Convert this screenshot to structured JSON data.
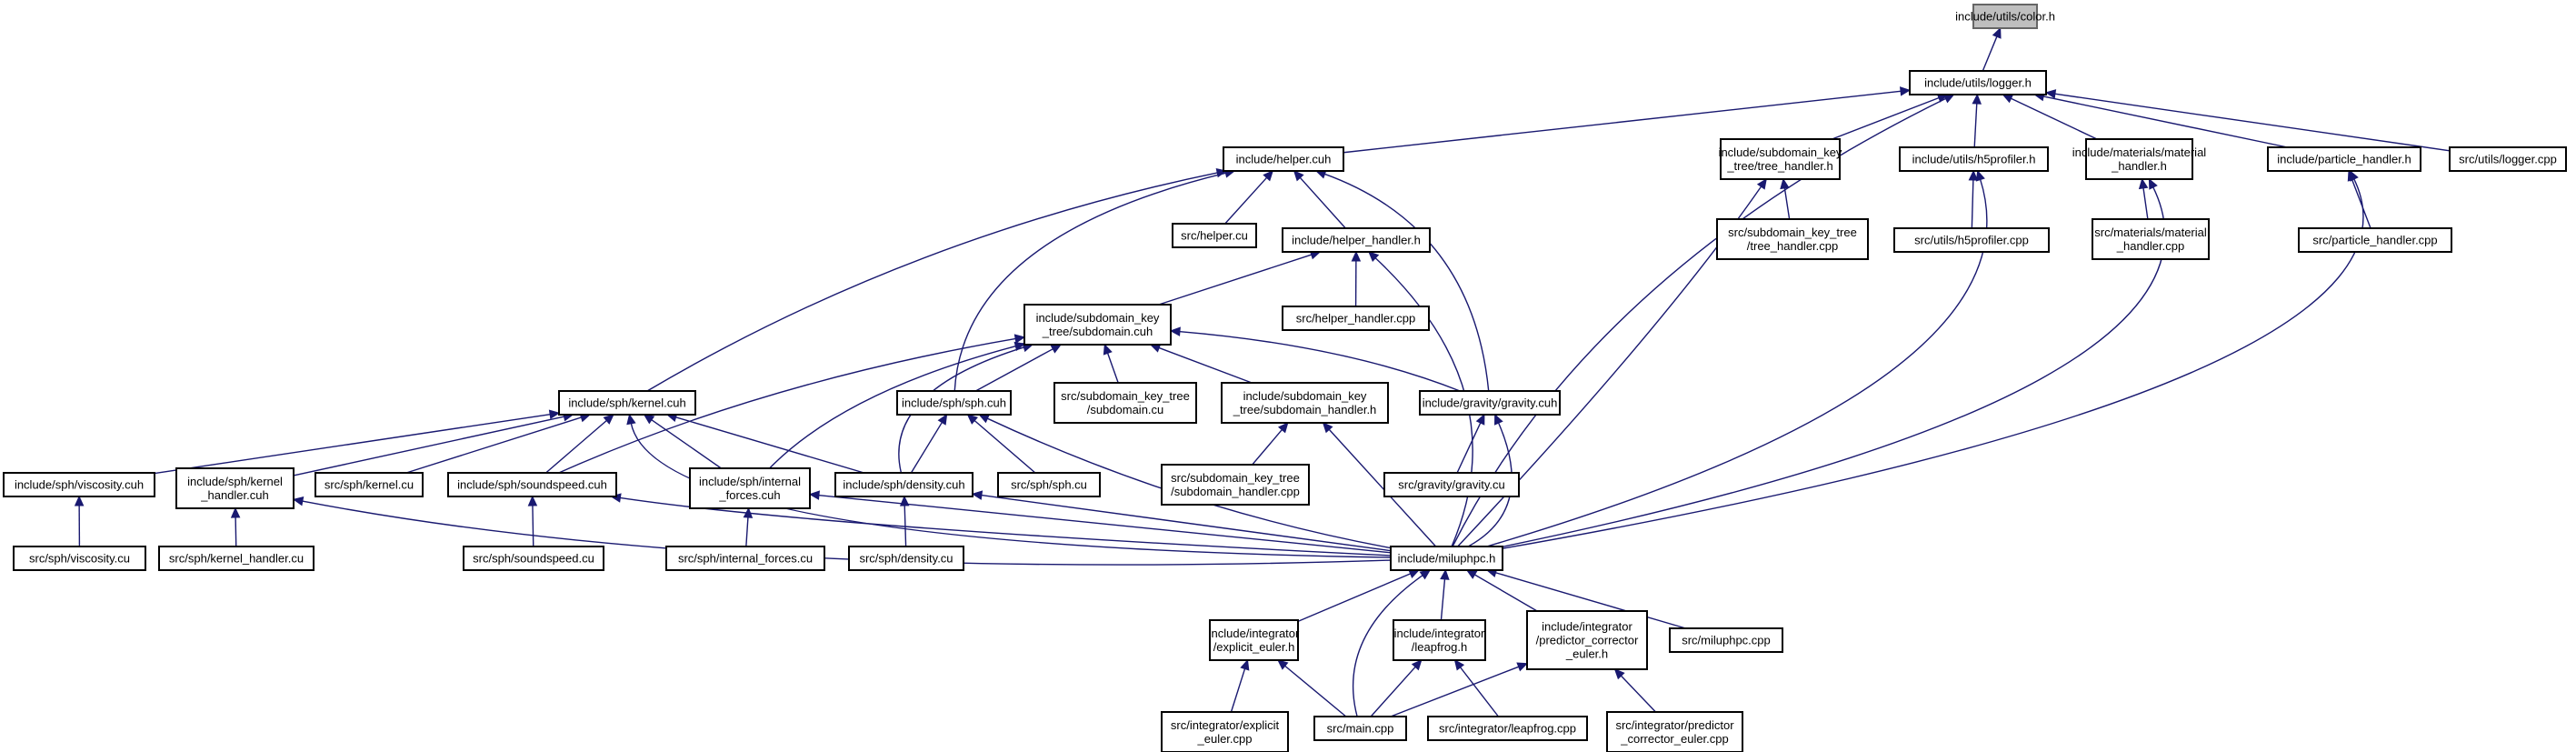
{
  "diagram": {
    "nodes": [
      {
        "id": "color_h",
        "lines": [
          "include/utils/color.h"
        ],
        "root": true
      },
      {
        "id": "logger_h",
        "lines": [
          "include/utils/logger.h"
        ]
      },
      {
        "id": "helper_cuh",
        "lines": [
          "include/helper.cuh"
        ]
      },
      {
        "id": "tree_handler_h",
        "lines": [
          "include/subdomain_key",
          "_tree/tree_handler.h"
        ]
      },
      {
        "id": "h5profiler_h",
        "lines": [
          "include/utils/h5profiler.h"
        ]
      },
      {
        "id": "material_handler_h",
        "lines": [
          "include/materials/material",
          "_handler.h"
        ]
      },
      {
        "id": "particle_handler_h",
        "lines": [
          "include/particle_handler.h"
        ]
      },
      {
        "id": "logger_cpp",
        "lines": [
          "src/utils/logger.cpp"
        ]
      },
      {
        "id": "helper_cu",
        "lines": [
          "src/helper.cu"
        ]
      },
      {
        "id": "helper_handler_h",
        "lines": [
          "include/helper_handler.h"
        ]
      },
      {
        "id": "tree_handler_cpp",
        "lines": [
          "src/subdomain_key_tree",
          "/tree_handler.cpp"
        ]
      },
      {
        "id": "h5profiler_cpp",
        "lines": [
          "src/utils/h5profiler.cpp"
        ]
      },
      {
        "id": "material_handler_cpp",
        "lines": [
          "src/materials/material",
          "_handler.cpp"
        ]
      },
      {
        "id": "particle_handler_cpp",
        "lines": [
          "src/particle_handler.cpp"
        ]
      },
      {
        "id": "helper_handler_cpp",
        "lines": [
          "src/helper_handler.cpp"
        ]
      },
      {
        "id": "subdomain_cuh",
        "lines": [
          "include/subdomain_key",
          "_tree/subdomain.cuh"
        ]
      },
      {
        "id": "kernel_cuh",
        "lines": [
          "include/sph/kernel.cuh"
        ]
      },
      {
        "id": "sph_cuh",
        "lines": [
          "include/sph/sph.cuh"
        ]
      },
      {
        "id": "subdomain_cu",
        "lines": [
          "src/subdomain_key_tree",
          "/subdomain.cu"
        ]
      },
      {
        "id": "subdomain_handler_h",
        "lines": [
          "include/subdomain_key",
          "_tree/subdomain_handler.h"
        ]
      },
      {
        "id": "gravity_cuh",
        "lines": [
          "include/gravity/gravity.cuh"
        ]
      },
      {
        "id": "viscosity_cuh",
        "lines": [
          "include/sph/viscosity.cuh"
        ]
      },
      {
        "id": "kernel_handler_cuh",
        "lines": [
          "include/sph/kernel",
          "_handler.cuh"
        ]
      },
      {
        "id": "kernel_cu",
        "lines": [
          "src/sph/kernel.cu"
        ]
      },
      {
        "id": "soundspeed_cuh",
        "lines": [
          "include/sph/soundspeed.cuh"
        ]
      },
      {
        "id": "internal_forces_cuh",
        "lines": [
          "include/sph/internal",
          "_forces.cuh"
        ]
      },
      {
        "id": "density_cuh",
        "lines": [
          "include/sph/density.cuh"
        ]
      },
      {
        "id": "sph_cu",
        "lines": [
          "src/sph/sph.cu"
        ]
      },
      {
        "id": "subdomain_handler_cpp",
        "lines": [
          "src/subdomain_key_tree",
          "/subdomain_handler.cpp"
        ]
      },
      {
        "id": "gravity_cu",
        "lines": [
          "src/gravity/gravity.cu"
        ]
      },
      {
        "id": "viscosity_cu",
        "lines": [
          "src/sph/viscosity.cu"
        ]
      },
      {
        "id": "kernel_handler_cu",
        "lines": [
          "src/sph/kernel_handler.cu"
        ]
      },
      {
        "id": "soundspeed_cu",
        "lines": [
          "src/sph/soundspeed.cu"
        ]
      },
      {
        "id": "internal_forces_cu",
        "lines": [
          "src/sph/internal_forces.cu"
        ]
      },
      {
        "id": "density_cu",
        "lines": [
          "src/sph/density.cu"
        ]
      },
      {
        "id": "miluphpc_h",
        "lines": [
          "include/miluphpc.h"
        ]
      },
      {
        "id": "explicit_euler_h",
        "lines": [
          "include/integrator",
          "/explicit_euler.h"
        ]
      },
      {
        "id": "leapfrog_h",
        "lines": [
          "include/integrator",
          "/leapfrog.h"
        ]
      },
      {
        "id": "pc_euler_h",
        "lines": [
          "include/integrator",
          "/predictor_corrector",
          "_euler.h"
        ]
      },
      {
        "id": "miluphpc_cpp",
        "lines": [
          "src/miluphpc.cpp"
        ]
      },
      {
        "id": "explicit_euler_cpp",
        "lines": [
          "src/integrator/explicit",
          "_euler.cpp"
        ]
      },
      {
        "id": "main_cpp",
        "lines": [
          "src/main.cpp"
        ]
      },
      {
        "id": "leapfrog_cpp",
        "lines": [
          "src/integrator/leapfrog.cpp"
        ]
      },
      {
        "id": "pc_euler_cpp",
        "lines": [
          "src/integrator/predictor",
          "_corrector_euler.cpp"
        ]
      }
    ],
    "edges": [
      [
        "logger_h",
        "color_h"
      ],
      [
        "helper_cuh",
        "logger_h"
      ],
      [
        "tree_handler_h",
        "logger_h"
      ],
      [
        "h5profiler_h",
        "logger_h"
      ],
      [
        "material_handler_h",
        "logger_h"
      ],
      [
        "particle_handler_h",
        "logger_h"
      ],
      [
        "logger_cpp",
        "logger_h"
      ],
      [
        "miluphpc_h",
        "logger_h"
      ],
      [
        "helper_cu",
        "helper_cuh"
      ],
      [
        "helper_handler_h",
        "helper_cuh"
      ],
      [
        "kernel_cuh",
        "helper_cuh"
      ],
      [
        "sph_cuh",
        "helper_cuh"
      ],
      [
        "gravity_cuh",
        "helper_cuh"
      ],
      [
        "tree_handler_cpp",
        "tree_handler_h"
      ],
      [
        "miluphpc_h",
        "tree_handler_h"
      ],
      [
        "h5profiler_cpp",
        "h5profiler_h"
      ],
      [
        "miluphpc_h",
        "h5profiler_h"
      ],
      [
        "material_handler_cpp",
        "material_handler_h"
      ],
      [
        "miluphpc_h",
        "material_handler_h"
      ],
      [
        "particle_handler_cpp",
        "particle_handler_h"
      ],
      [
        "miluphpc_h",
        "particle_handler_h"
      ],
      [
        "subdomain_cuh",
        "helper_handler_h"
      ],
      [
        "helper_handler_cpp",
        "helper_handler_h"
      ],
      [
        "miluphpc_h",
        "helper_handler_h"
      ],
      [
        "sph_cuh",
        "subdomain_cuh"
      ],
      [
        "subdomain_cu",
        "subdomain_cuh"
      ],
      [
        "subdomain_handler_h",
        "subdomain_cuh"
      ],
      [
        "gravity_cuh",
        "subdomain_cuh"
      ],
      [
        "soundspeed_cuh",
        "subdomain_cuh"
      ],
      [
        "internal_forces_cuh",
        "subdomain_cuh"
      ],
      [
        "density_cuh",
        "subdomain_cuh"
      ],
      [
        "viscosity_cuh",
        "kernel_cuh"
      ],
      [
        "kernel_handler_cuh",
        "kernel_cuh"
      ],
      [
        "kernel_cu",
        "kernel_cuh"
      ],
      [
        "soundspeed_cuh",
        "kernel_cuh"
      ],
      [
        "internal_forces_cuh",
        "kernel_cuh"
      ],
      [
        "density_cuh",
        "kernel_cuh"
      ],
      [
        "miluphpc_h",
        "kernel_cuh"
      ],
      [
        "density_cuh",
        "sph_cuh"
      ],
      [
        "sph_cu",
        "sph_cuh"
      ],
      [
        "miluphpc_h",
        "sph_cuh"
      ],
      [
        "subdomain_handler_cpp",
        "subdomain_handler_h"
      ],
      [
        "miluphpc_h",
        "subdomain_handler_h"
      ],
      [
        "gravity_cu",
        "gravity_cuh"
      ],
      [
        "miluphpc_h",
        "gravity_cuh"
      ],
      [
        "viscosity_cu",
        "viscosity_cuh"
      ],
      [
        "kernel_handler_cu",
        "kernel_handler_cuh"
      ],
      [
        "miluphpc_h",
        "kernel_handler_cuh"
      ],
      [
        "soundspeed_cu",
        "soundspeed_cuh"
      ],
      [
        "miluphpc_h",
        "soundspeed_cuh"
      ],
      [
        "internal_forces_cu",
        "internal_forces_cuh"
      ],
      [
        "miluphpc_h",
        "internal_forces_cuh"
      ],
      [
        "density_cu",
        "density_cuh"
      ],
      [
        "miluphpc_h",
        "density_cuh"
      ],
      [
        "explicit_euler_h",
        "miluphpc_h"
      ],
      [
        "leapfrog_h",
        "miluphpc_h"
      ],
      [
        "pc_euler_h",
        "miluphpc_h"
      ],
      [
        "miluphpc_cpp",
        "miluphpc_h"
      ],
      [
        "main_cpp",
        "miluphpc_h"
      ],
      [
        "explicit_euler_cpp",
        "explicit_euler_h"
      ],
      [
        "main_cpp",
        "explicit_euler_h"
      ],
      [
        "main_cpp",
        "leapfrog_h"
      ],
      [
        "leapfrog_cpp",
        "leapfrog_h"
      ],
      [
        "main_cpp",
        "pc_euler_h"
      ],
      [
        "pc_euler_cpp",
        "pc_euler_h"
      ]
    ],
    "colors": {
      "edge": "#191970",
      "root_fill": "#bfbfbf",
      "node_fill": "#ffffff",
      "node_border": "#000000"
    }
  }
}
